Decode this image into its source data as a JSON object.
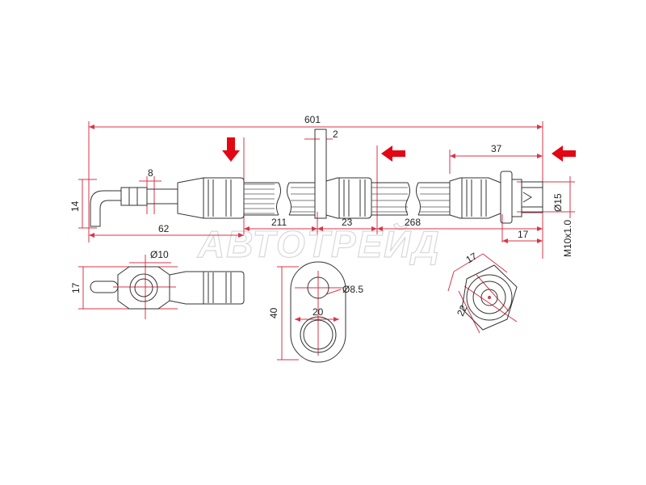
{
  "watermark": "АВТОТРЕЙД",
  "dimensions": {
    "overall_length": "601",
    "bracket_thickness": "2",
    "end_offset": "37",
    "fitting_width": "8",
    "fitting_height": "14",
    "left_length": "62",
    "segment_a": "211",
    "segment_b": "23",
    "segment_c": "268",
    "flare_diameter": "Ø15",
    "flare_length": "17",
    "thread": "M10x1.0",
    "banjo_diameter": "Ø10",
    "banjo_height": "17",
    "bracket_hole": "Ø8.5",
    "bracket_height": "40",
    "bracket_width": "20",
    "hex_width": "17",
    "hex_height": "22"
  },
  "colors": {
    "dimension_lines": "#d9364a",
    "arrows": "#e30613",
    "outline": "#333333"
  },
  "icons": [
    "arrow-down-icon",
    "arrow-left-icon",
    "arrow-left-icon"
  ]
}
